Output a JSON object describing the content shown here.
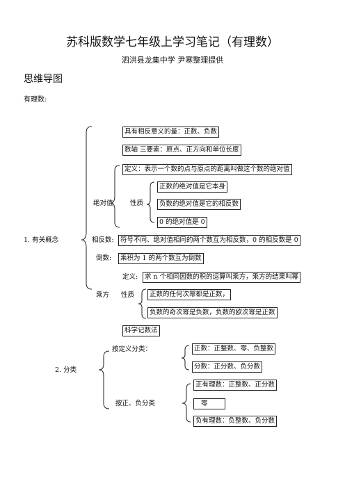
{
  "title": "苏科版数学七年级上学习笔记（有理数）",
  "subtitle": "泗洪县龙集中学      尹寒整理提供",
  "section_heading": "思维导图",
  "topic_label": "有理数:",
  "concept": {
    "label": "1. 有关概念",
    "opposite_meaning": "具有相反意义的量：正数、负数",
    "number_line": "数轴      三要素：原点、正方向和单位长度",
    "abs_label": "绝对值",
    "abs_definition": "定义：表示一个数的点与原点的距离叫做这个数的绝对值",
    "property_label": "性质",
    "abs_prop_1": "正数的绝对值是它本身",
    "abs_prop_2": "负数的绝对值是它的相反数",
    "abs_prop_3": "0 的绝对值是 0",
    "opposite_label": "相反数:",
    "opposite_text": "符号不同、绝对值相同的两个数互为相反数，0 的相反数是 0",
    "reciprocal_label": "倒数:",
    "reciprocal_text": "乘积为 1 的两个数互为倒数",
    "power_def_label": "定义:",
    "power_def_text": "求 n 个相同因数的积的运算叫乘方，乘方的结果叫幂",
    "power_label": "乘方",
    "power_prop_label": "性质",
    "power_prop_1": "正数的任何次幂都是正数，",
    "power_prop_2": "负数的奇次幂是负数，负数的欧次幂是正数",
    "sci_notation": "科学记数法"
  },
  "classification": {
    "label": "2.   分类",
    "by_definition": "按定义分类：",
    "integers": "正数：正整数、零、负整数",
    "fractions": "分数：正分数、负分数",
    "by_sign": "按正、负分类",
    "positive": "正有理数：正整数、正分数",
    "zero": "零",
    "negative": "负有理数：负整数、负分数"
  }
}
